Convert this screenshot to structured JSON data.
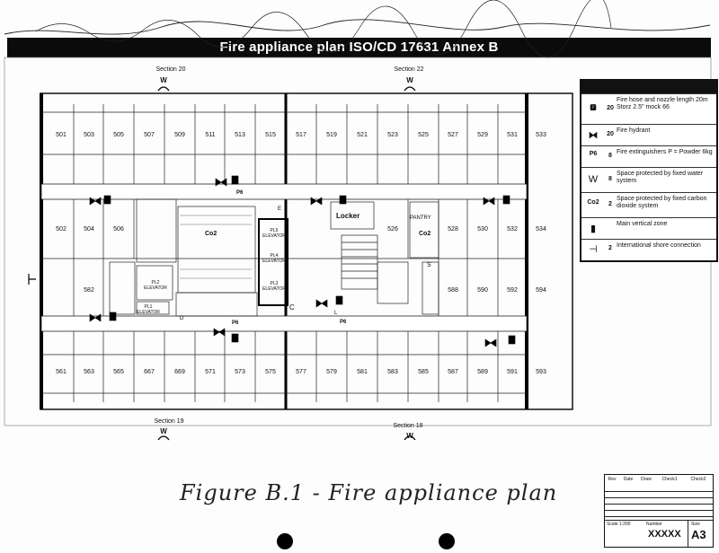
{
  "title": "Fire appliance plan ISO/CD 17631 Annex B",
  "sections": {
    "top_left": "Section 20",
    "top_right": "Section 22",
    "bottom_left": "Section 19",
    "bottom_right": "Section 18",
    "water_symbol": "W"
  },
  "rooms": {
    "top_row": [
      "501",
      "503",
      "505",
      "507",
      "509",
      "511",
      "513",
      "515",
      "517",
      "519",
      "521",
      "523",
      "525",
      "527",
      "529",
      "531",
      "533"
    ],
    "upper_mid": [
      "502",
      "504",
      "506",
      "526",
      "528",
      "530",
      "532",
      "534"
    ],
    "lower_mid": [
      "582",
      "588",
      "590",
      "592",
      "594"
    ],
    "bottom_row": [
      "561",
      "563",
      "565",
      "667",
      "669",
      "571",
      "573",
      "575",
      "577",
      "579",
      "581",
      "583",
      "585",
      "587",
      "589",
      "591",
      "593"
    ]
  },
  "labels": {
    "locker": "Locker",
    "pantry": "PANTRY",
    "co2_a": "Co2",
    "co2_b": "Co2",
    "elev_pl5": "PL5\nELEVATOR",
    "elev_pl4": "PL4\nELEVATOR",
    "elev_pl3": "PL3\nELEVATOR",
    "elev_pl2": "PL2\nELEVATOR",
    "elev_pl1": "PL1\nELEVATOR",
    "p6": "P6",
    "p6b": "P6",
    "p6c": "P6",
    "letter_c": "C",
    "hatch_s": "S",
    "small_e": "E",
    "small_d": "D",
    "small_l": "L"
  },
  "legend": [
    {
      "icon": "fire-hose-icon",
      "glyph": "🅿",
      "qty": "20",
      "text": "Fire hose and nozzle length 20m Storz 2.5\" mock 66"
    },
    {
      "icon": "fire-hydrant-icon",
      "glyph": "⧓",
      "qty": "20",
      "text": "Fire hydrant"
    },
    {
      "icon": "extinguisher-icon",
      "glyph": "P6",
      "qty": "8",
      "text": "Fire extinguishers P = Powder 6kg"
    },
    {
      "icon": "water-system-icon",
      "glyph": "W",
      "qty": "8",
      "text": "Space protected by fixed water system"
    },
    {
      "icon": "co2-icon",
      "glyph": "Co2",
      "qty": "2",
      "text": "Space protected by fixed carbon dioxide system"
    },
    {
      "icon": "vertical-zone-icon",
      "glyph": "▮",
      "qty": "",
      "text": "Main vertical zone"
    },
    {
      "icon": "shore-connection-icon",
      "glyph": "⊣",
      "qty": "2",
      "text": "International shore connection"
    }
  ],
  "caption": "Figure B.1 - Fire appliance plan",
  "titleblock": {
    "headers": [
      "Rev",
      "Date",
      "Draw",
      "Check1",
      "Check2"
    ],
    "scale": "Scale 1:200",
    "number_label": "Number",
    "number": "XXXXX",
    "size_label": "Size",
    "size": "A3"
  }
}
